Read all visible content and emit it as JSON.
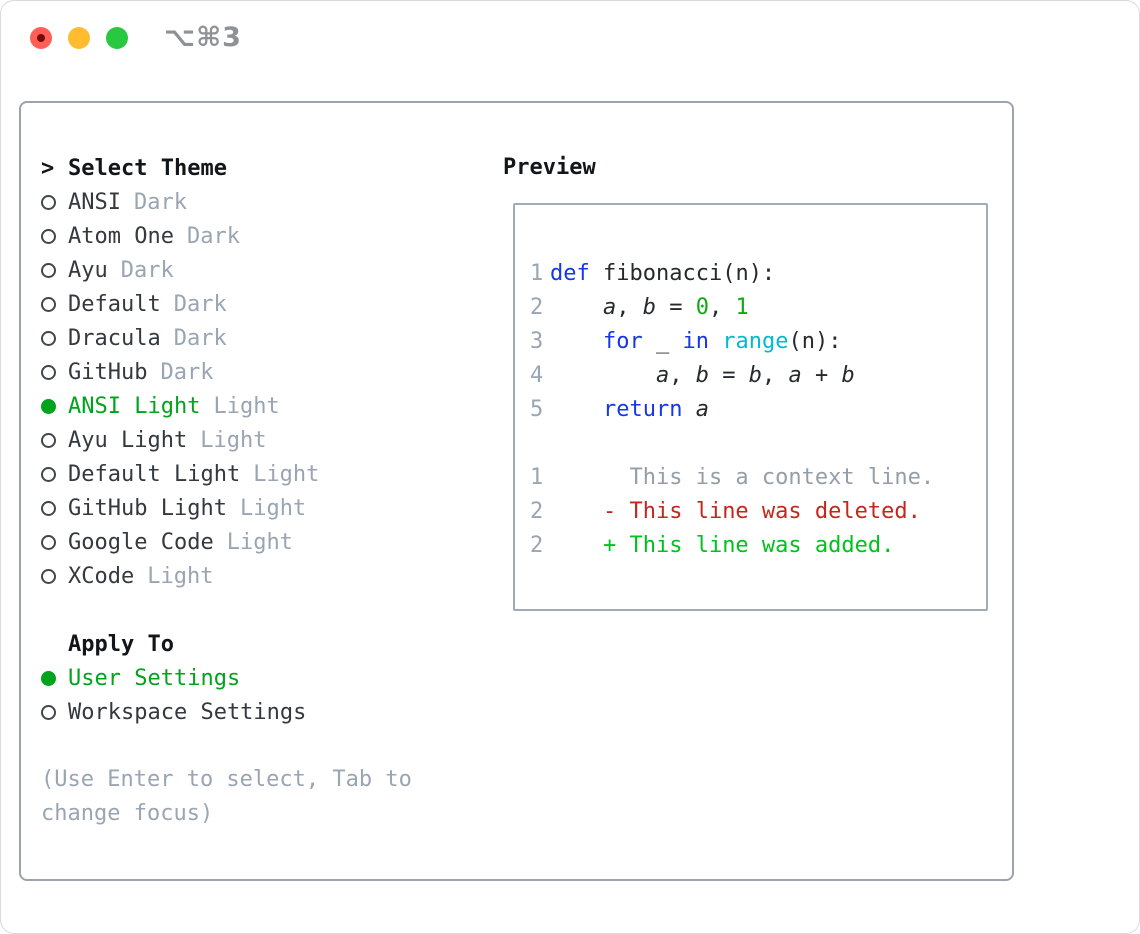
{
  "window": {
    "title": "⌥⌘3",
    "traffic_lights": [
      {
        "name": "close",
        "color": "#ff5f57"
      },
      {
        "name": "minimize",
        "color": "#febc2e"
      },
      {
        "name": "zoom",
        "color": "#28c840"
      }
    ]
  },
  "theme_panel": {
    "header": {
      "prompt": ">",
      "label": "Select Theme"
    },
    "themes": [
      {
        "name": "ANSI",
        "variant": "Dark",
        "selected": false
      },
      {
        "name": "Atom One",
        "variant": "Dark",
        "selected": false
      },
      {
        "name": "Ayu",
        "variant": "Dark",
        "selected": false
      },
      {
        "name": "Default",
        "variant": "Dark",
        "selected": false
      },
      {
        "name": "Dracula",
        "variant": "Dark",
        "selected": false
      },
      {
        "name": "GitHub",
        "variant": "Dark",
        "selected": false
      },
      {
        "name": "ANSI Light",
        "variant": "Light",
        "selected": true
      },
      {
        "name": "Ayu Light",
        "variant": "Light",
        "selected": false
      },
      {
        "name": "Default Light",
        "variant": "Light",
        "selected": false
      },
      {
        "name": "GitHub Light",
        "variant": "Light",
        "selected": false
      },
      {
        "name": "Google Code",
        "variant": "Light",
        "selected": false
      },
      {
        "name": "XCode",
        "variant": "Light",
        "selected": false
      }
    ],
    "apply_to": {
      "label": "Apply To",
      "options": [
        {
          "label": "User Settings",
          "selected": true
        },
        {
          "label": "Workspace Settings",
          "selected": false
        }
      ]
    },
    "hint_lines": [
      "(Use Enter to select, Tab to",
      "change focus)"
    ]
  },
  "preview": {
    "label": "Preview",
    "code_lines": [
      {
        "num": "1",
        "tokens": [
          [
            "def",
            "kw"
          ],
          [
            " fibonacci(n):",
            "plain"
          ]
        ]
      },
      {
        "num": "2",
        "tokens": [
          [
            "    ",
            "plain"
          ],
          [
            "a",
            "var"
          ],
          [
            ", ",
            "plain"
          ],
          [
            "b",
            "var"
          ],
          [
            " = ",
            "plain"
          ],
          [
            "0",
            "lit"
          ],
          [
            ", ",
            "plain"
          ],
          [
            "1",
            "lit"
          ]
        ]
      },
      {
        "num": "3",
        "tokens": [
          [
            "    ",
            "plain"
          ],
          [
            "for",
            "kw"
          ],
          [
            " _ ",
            "plain"
          ],
          [
            "in",
            "kw"
          ],
          [
            " ",
            "plain"
          ],
          [
            "range",
            "fn"
          ],
          [
            "(n):",
            "plain"
          ]
        ]
      },
      {
        "num": "4",
        "tokens": [
          [
            "        ",
            "plain"
          ],
          [
            "a",
            "var"
          ],
          [
            ", ",
            "plain"
          ],
          [
            "b",
            "var"
          ],
          [
            " = ",
            "plain"
          ],
          [
            "b",
            "var"
          ],
          [
            ", ",
            "plain"
          ],
          [
            "a",
            "var"
          ],
          [
            " + ",
            "plain"
          ],
          [
            "b",
            "var"
          ]
        ]
      },
      {
        "num": "5",
        "tokens": [
          [
            "    ",
            "plain"
          ],
          [
            "return",
            "kw"
          ],
          [
            " ",
            "plain"
          ],
          [
            "a",
            "var"
          ]
        ]
      },
      {
        "num": "",
        "tokens": []
      },
      {
        "num": "1",
        "tokens": [
          [
            "      This is a context line.",
            "ctx"
          ]
        ]
      },
      {
        "num": "2",
        "tokens": [
          [
            "    ",
            "plain"
          ],
          [
            "- This line was deleted.",
            "del"
          ]
        ]
      },
      {
        "num": "2",
        "tokens": [
          [
            "    ",
            "plain"
          ],
          [
            "+ This line was added.",
            "add"
          ]
        ]
      }
    ]
  },
  "colors": {
    "selected_green": "#00a41c",
    "keyword_blue": "#1636ea",
    "function_cyan": "#00bccd",
    "literal_green": "#0faa12",
    "diff_deleted_red": "#c3271b",
    "diff_added_green": "#00c21d",
    "muted_gray": "#9aa5b3",
    "panel_border": "#9aa3ae",
    "text_dark": "#34393f"
  }
}
